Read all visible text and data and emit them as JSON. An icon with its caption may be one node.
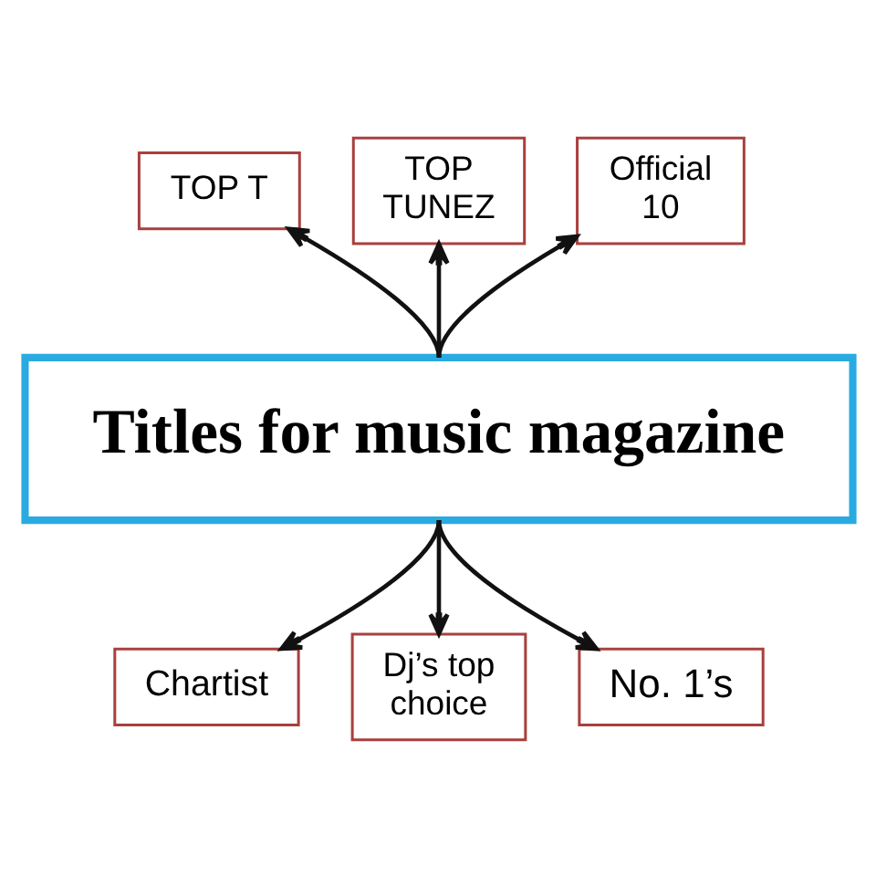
{
  "diagram": {
    "nodes": [
      {
        "text": [
          "TOP T"
        ]
      },
      {
        "text": [
          "TOP TUNEZ"
        ]
      },
      {
        "text": [
          "Official 10"
        ]
      },
      {
        "text": [
          "Titles for music magazine"
        ]
      },
      {
        "text": [
          "Chartist"
        ]
      },
      {
        "text": [
          "Dj’s top choice"
        ]
      },
      {
        "text": [
          "No. 1’s"
        ]
      }
    ],
    "edges": [
      {
        "from": 3,
        "to": 0,
        "arrow": "to"
      },
      {
        "from": 3,
        "to": 1,
        "arrow": "to"
      },
      {
        "from": 3,
        "to": 2,
        "arrow": "to"
      },
      {
        "from": 3,
        "to": 4,
        "arrow": "to"
      },
      {
        "from": 3,
        "to": 5,
        "arrow": "to"
      },
      {
        "from": 3,
        "to": 6,
        "arrow": "to"
      }
    ]
  }
}
